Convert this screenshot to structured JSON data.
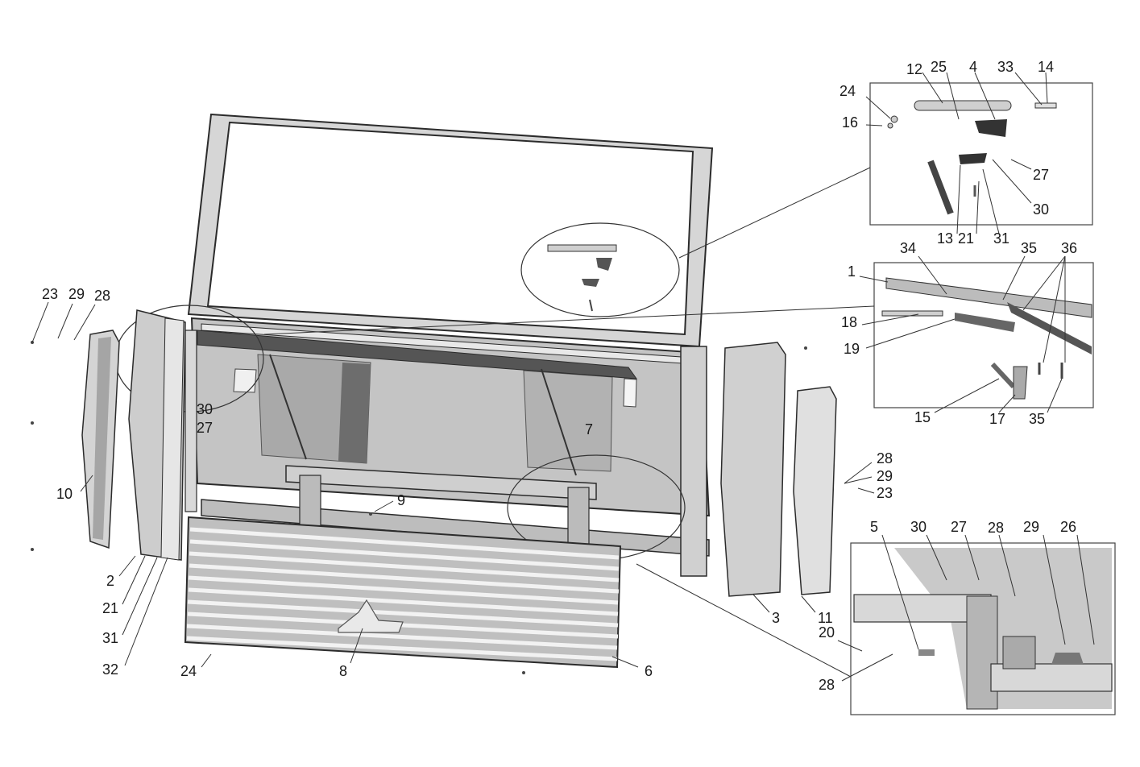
{
  "diagram": {
    "kind": "exploded parts drawing",
    "colors": {
      "part_fill": "#c9c9c9",
      "part_light": "#e3e3e3",
      "part_dark": "#8a8a8a",
      "outline": "#2b2b2b",
      "leader": "#333333",
      "text": "#1a1a1a"
    },
    "callouts": {
      "c23a": "23",
      "c29a": "29",
      "c28a": "28",
      "c30a": "30",
      "c27a": "27",
      "c10": "10",
      "c2": "2",
      "c21a": "21",
      "c31a": "31",
      "c32": "32",
      "c24a": "24",
      "c8": "8",
      "c6": "6",
      "c9": "9",
      "c7": "7",
      "c3": "3",
      "c11": "11",
      "c28b": "28",
      "c29b": "29",
      "c23b": "23",
      "c12": "12",
      "c25": "25",
      "c4": "4",
      "c33": "33",
      "c14": "14",
      "c24b": "24",
      "c16": "16",
      "c27b": "27",
      "c30b": "30",
      "c13": "13",
      "c21b": "21",
      "c31b": "31",
      "c1": "1",
      "c34": "34",
      "c35a": "35",
      "c36": "36",
      "c18": "18",
      "c19": "19",
      "c15": "15",
      "c17": "17",
      "c35b": "35",
      "c5": "5",
      "c30c": "30",
      "c27c": "27",
      "c28c": "28",
      "c29c": "29",
      "c26": "26",
      "c20": "20",
      "c28d": "28"
    }
  }
}
